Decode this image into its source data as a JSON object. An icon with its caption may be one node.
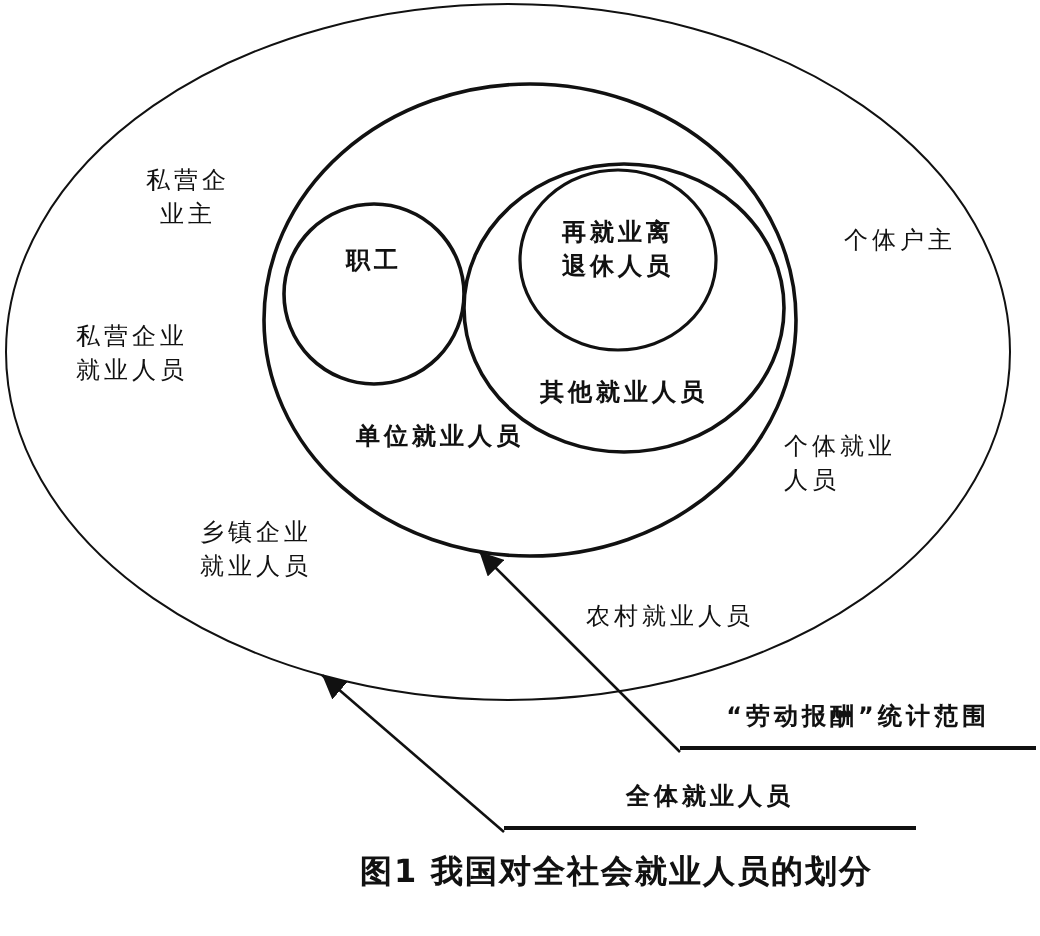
{
  "diagram": {
    "caption": "图1 我国对全社会就业人员的划分",
    "nodes": [
      {
        "text": [
          "私营企业主",
          "私营企业就业人员",
          "乡镇企业就业人员",
          "农村就业人员",
          "个体户主",
          "个体就业人员"
        ]
      },
      {
        "text": [
          "单位就业人员"
        ],
        "in": 0
      },
      {
        "text": [
          "职工"
        ],
        "in": 1
      },
      {
        "text": [
          "其他就业人员"
        ],
        "in": 1
      },
      {
        "text": [
          "再就业离退休人员"
        ],
        "in": 3
      },
      {
        "text": [
          "“劳动报酬”统计范围"
        ]
      },
      {
        "text": [
          "全体就业人员"
        ]
      }
    ],
    "edges": [
      {
        "from": 5,
        "to": 1,
        "arrow": "to"
      },
      {
        "from": 6,
        "to": 0,
        "arrow": "to"
      }
    ]
  }
}
